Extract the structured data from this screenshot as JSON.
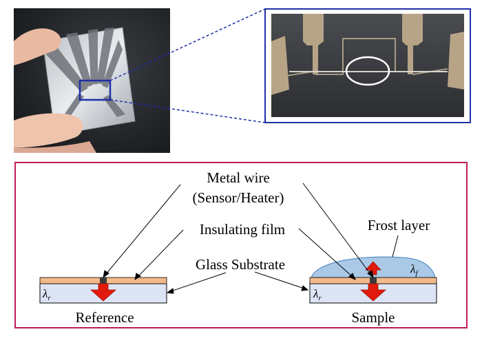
{
  "labels": {
    "metal_wire_line1": "Metal wire",
    "metal_wire_line2": "(Sensor/Heater)",
    "insulating_film": "Insulating film",
    "glass_substrate": "Glass Substrate",
    "frost_layer": "Frost layer",
    "reference": "Reference",
    "sample": "Sample",
    "lambda_symbol": "λ",
    "lambda_r_sub": "r",
    "lambda_f_sub": "f"
  },
  "colors": {
    "frame_blue": "#1f2fa8",
    "diagram_border": "#c2185b",
    "glass": "#dde4f6",
    "film": "#f2b98a",
    "frost": "#a9c9e6",
    "wire": "#3a3a3a",
    "arrow_red": "#e01b0b"
  }
}
